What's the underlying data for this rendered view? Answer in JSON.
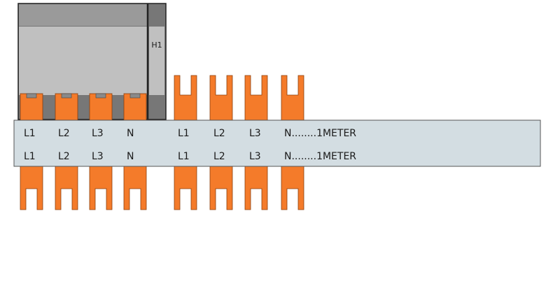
{
  "device": {
    "label": "H1",
    "colors": {
      "body": "#c0c0c0",
      "frame": "#777777",
      "outline": "#222222"
    }
  },
  "busbar": {
    "colors": {
      "bar": "#d3dde2",
      "bar_border": "#555555",
      "tooth": "#f47b2a",
      "tooth_border": "#8a3f0c"
    },
    "top_row": [
      "L1",
      "L2",
      "L3",
      "N",
      "L1",
      "L2",
      "L3",
      "N........1METER"
    ],
    "bottom_row": [
      "L1",
      "L2",
      "L3",
      "N",
      "L1",
      "L2",
      "L3",
      "N........1METER"
    ]
  }
}
